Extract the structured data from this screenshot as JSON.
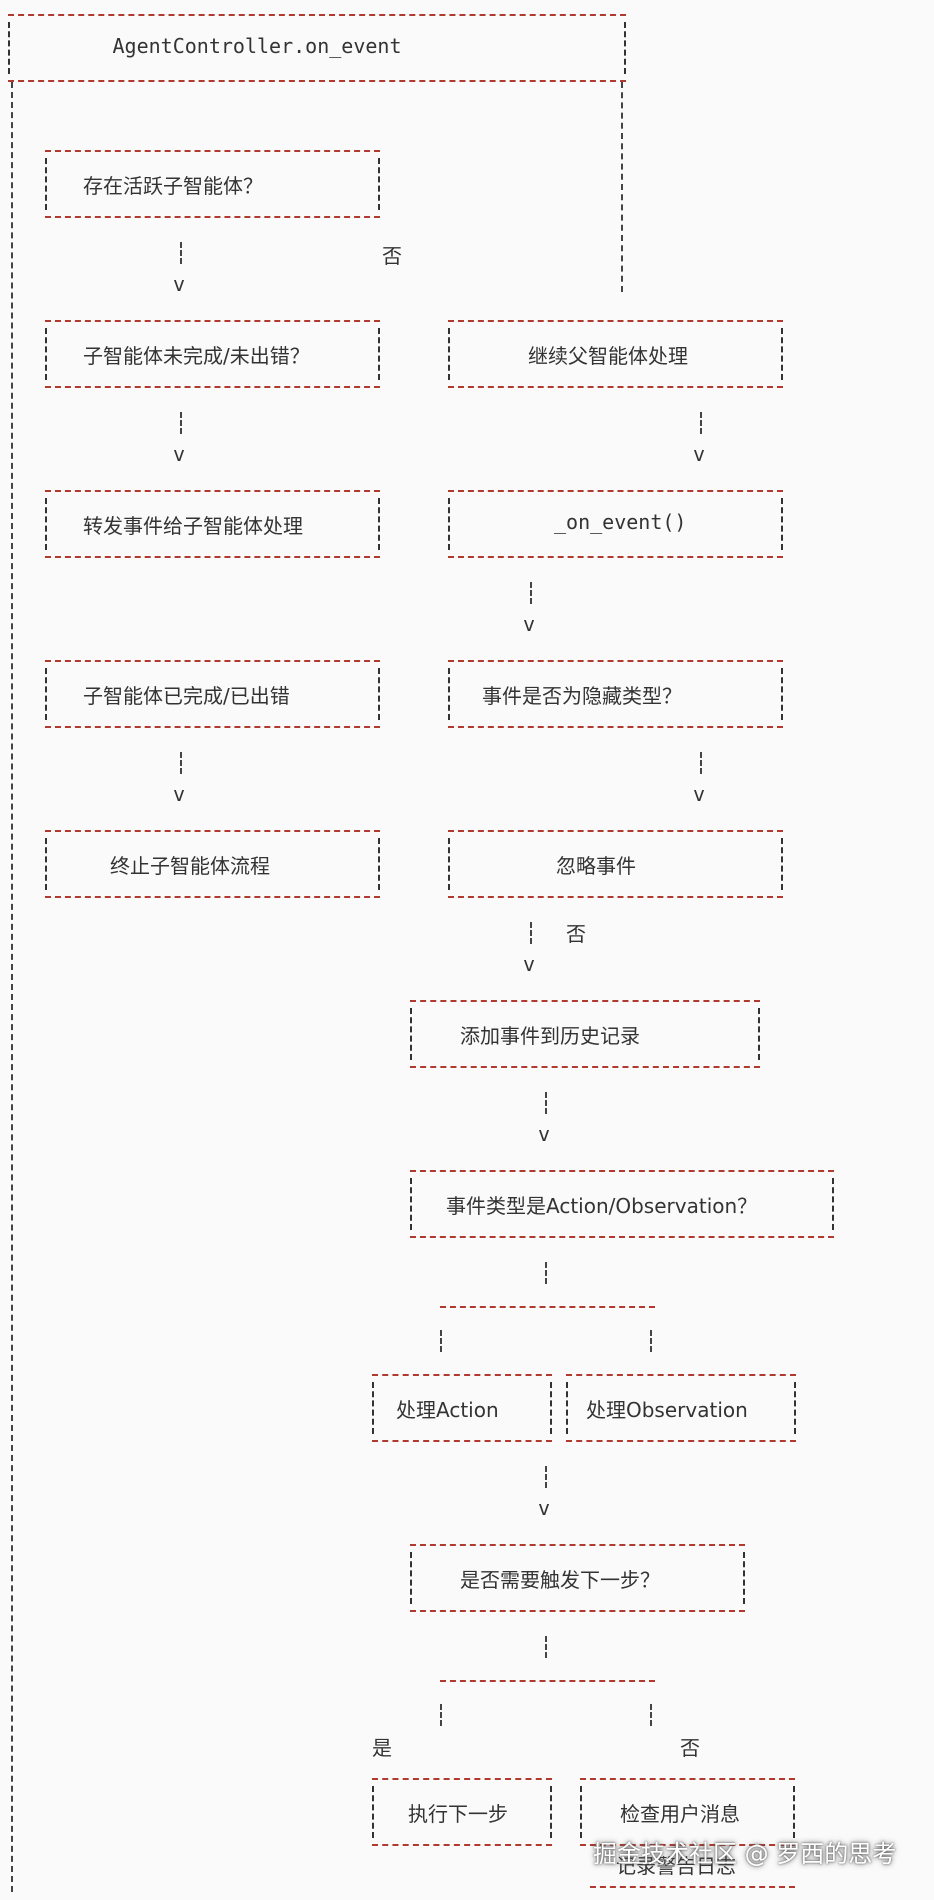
{
  "diagram": {
    "title": "AgentController.on_event",
    "nodes": {
      "has_active_subagent": "存在活跃子智能体？",
      "subagent_running": "子智能体未完成/未出错？",
      "forward_event": "转发事件给子智能体处理",
      "subagent_done": "子智能体已完成/已出错",
      "terminate_subagent": "终止子智能体流程",
      "continue_parent": "继续父智能体处理",
      "inner_on_event": "_on_event()",
      "is_hidden": "事件是否为隐藏类型？",
      "ignore_event": "忽略事件",
      "add_history": "添加事件到历史记录",
      "is_action_obs": "事件类型是Action/Observation？",
      "handle_action": "处理Action",
      "handle_observation": "处理Observation",
      "need_next_step": "是否需要触发下一步？",
      "do_next_step": "执行下一步",
      "check_user_msg": "检查用户消息"
    },
    "edge_labels": {
      "no_1": "否",
      "no_2": "否",
      "yes": "是",
      "no_3": "否"
    },
    "arrow_glyph": "v",
    "partial_text": "记录警告日志"
  },
  "watermark": "掘金技术社区 @ 罗西的思考"
}
